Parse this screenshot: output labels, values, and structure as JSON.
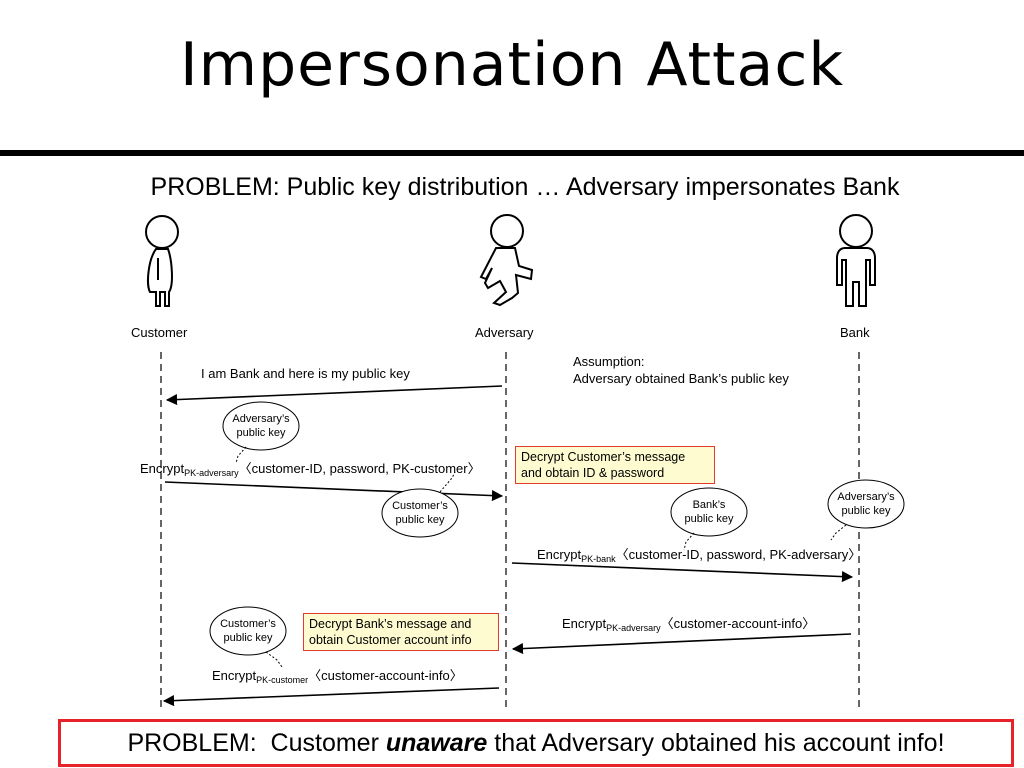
{
  "title": "Impersonation Attack",
  "subtitle": "PROBLEM:  Public key distribution … Adversary impersonates Bank",
  "actors": {
    "customer": "Customer",
    "adversary": "Adversary",
    "bank": "Bank"
  },
  "assumption": {
    "line1": "Assumption:",
    "line2": "Adversary obtained Bank’s public key"
  },
  "messages": {
    "m1": "I am Bank and here is my public key",
    "m2": {
      "prefix": "Encrypt",
      "sub": "PK-adversary",
      "body": "〈customer-ID, password, PK-customer〉"
    },
    "m3": {
      "prefix": "Encrypt",
      "sub": "PK-bank",
      "body": "〈customer-ID, password, PK-adversary〉"
    },
    "m4": {
      "prefix": "Encrypt",
      "sub": "PK-adversary",
      "body": "〈customer-account-info〉"
    },
    "m5": {
      "prefix": "Encrypt",
      "sub": "PK-customer",
      "body": "〈customer-account-info〉"
    }
  },
  "bubbles": {
    "b1": {
      "line1": "Adversary’s",
      "line2": "public key"
    },
    "b2": {
      "line1": "Customer’s",
      "line2": "public key"
    },
    "b3": {
      "line1": "Bank’s",
      "line2": "public key"
    },
    "b4": {
      "line1": "Adversary’s",
      "line2": "public key"
    },
    "b5": {
      "line1": "Customer’s",
      "line2": "public key"
    }
  },
  "notes": {
    "n1": {
      "line1": "Decrypt Customer’s message",
      "line2": "and obtain ID & password"
    },
    "n2": {
      "line1": "Decrypt Bank’s message and",
      "line2": "obtain Customer account info"
    }
  },
  "bottom": {
    "prefix": "PROBLEM:  Customer ",
    "emph": "unaware",
    "suffix": " that Adversary obtained his account info!"
  },
  "colors": {
    "note_bg": "#fffbd0",
    "note_border": "#e23b2e",
    "bottom_border": "#e8222a"
  }
}
